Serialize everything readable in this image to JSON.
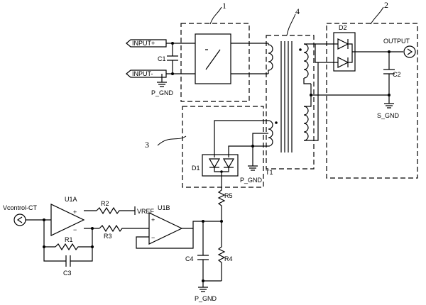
{
  "block_numbers": {
    "b1": "1",
    "b2": "2",
    "b3": "3",
    "b4": "4"
  },
  "ports": {
    "input_plus": "INPUT+",
    "input_minus": "INPUT-",
    "output": "OUTPUT",
    "vcontrol": "Vcontrol-CT",
    "vref": "VREF"
  },
  "components": {
    "c1": "C1",
    "c2": "C2",
    "c3": "C3",
    "c4": "C4",
    "r1": "R1",
    "r2": "R2",
    "r3": "R3",
    "r4": "R4",
    "r5": "R5",
    "d1": "D1",
    "d2": "D2",
    "t1": "T1",
    "u1a": "U1A",
    "u1b": "U1B"
  },
  "grounds": {
    "p_gnd_input": "P_GND",
    "p_gnd_aux": "P_GND",
    "p_gnd_bottom": "P_GND",
    "s_gnd": "S_GND"
  },
  "opamp_signs": {
    "plus": "+",
    "minus": "−"
  }
}
